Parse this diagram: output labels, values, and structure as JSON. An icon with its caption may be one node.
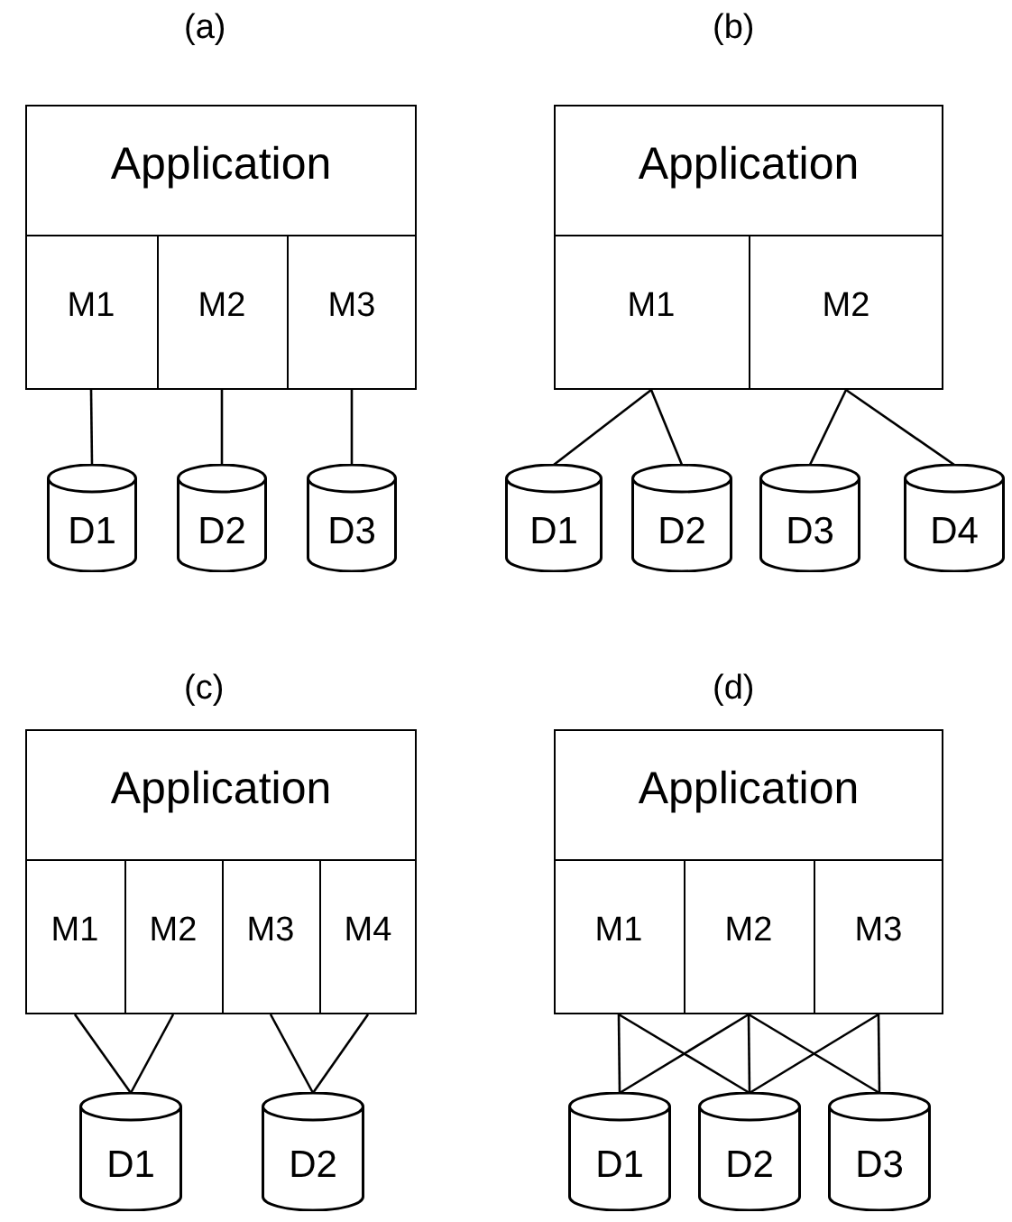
{
  "diagram": {
    "nodes": [
      {
        "text": [
          "Application"
        ]
      },
      {
        "text": [
          "M1"
        ],
        "in": 0
      },
      {
        "text": [
          "M2"
        ],
        "in": 0
      },
      {
        "text": [
          "M3"
        ],
        "in": 0
      },
      {
        "text": [
          "D1"
        ]
      },
      {
        "text": [
          "D2"
        ]
      },
      {
        "text": [
          "D3"
        ]
      },
      {
        "text": [
          "Application"
        ]
      },
      {
        "text": [
          "M1"
        ],
        "in": 7
      },
      {
        "text": [
          "M2"
        ],
        "in": 7
      },
      {
        "text": [
          "D1"
        ]
      },
      {
        "text": [
          "D2"
        ]
      },
      {
        "text": [
          "D3"
        ]
      },
      {
        "text": [
          "D4"
        ]
      },
      {
        "text": [
          "Application"
        ]
      },
      {
        "text": [
          "M1"
        ],
        "in": 14
      },
      {
        "text": [
          "M2"
        ],
        "in": 14
      },
      {
        "text": [
          "M3"
        ],
        "in": 14
      },
      {
        "text": [
          "M4"
        ],
        "in": 14
      },
      {
        "text": [
          "D1"
        ]
      },
      {
        "text": [
          "D2"
        ]
      },
      {
        "text": [
          "Application"
        ]
      },
      {
        "text": [
          "M1"
        ],
        "in": 21
      },
      {
        "text": [
          "M2"
        ],
        "in": 21
      },
      {
        "text": [
          "M3"
        ],
        "in": 21
      },
      {
        "text": [
          "D1"
        ]
      },
      {
        "text": [
          "D2"
        ]
      },
      {
        "text": [
          "D3"
        ]
      }
    ],
    "edges": [
      {
        "from": 1,
        "to": 4,
        "arrow": "none"
      },
      {
        "from": 2,
        "to": 5,
        "arrow": "none"
      },
      {
        "from": 3,
        "to": 6,
        "arrow": "none"
      },
      {
        "from": 8,
        "to": 10,
        "arrow": "none"
      },
      {
        "from": 8,
        "to": 11,
        "arrow": "none"
      },
      {
        "from": 9,
        "to": 12,
        "arrow": "none"
      },
      {
        "from": 9,
        "to": 13,
        "arrow": "none"
      },
      {
        "from": 15,
        "to": 19,
        "arrow": "none"
      },
      {
        "from": 16,
        "to": 19,
        "arrow": "none"
      },
      {
        "from": 17,
        "to": 20,
        "arrow": "none"
      },
      {
        "from": 18,
        "to": 20,
        "arrow": "none"
      },
      {
        "from": 22,
        "to": 25,
        "arrow": "none"
      },
      {
        "from": 22,
        "to": 26,
        "arrow": "none"
      },
      {
        "from": 23,
        "to": 25,
        "arrow": "none"
      },
      {
        "from": 23,
        "to": 26,
        "arrow": "none"
      },
      {
        "from": 23,
        "to": 27,
        "arrow": "none"
      },
      {
        "from": 24,
        "to": 26,
        "arrow": "none"
      },
      {
        "from": 24,
        "to": 27,
        "arrow": "none"
      }
    ],
    "labels": [
      "(a)",
      "(b)",
      "(c)",
      "(d)"
    ]
  }
}
